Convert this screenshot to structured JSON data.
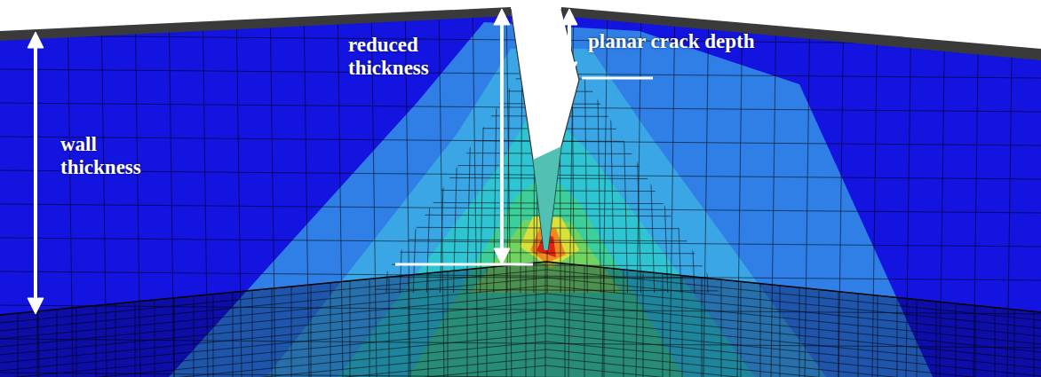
{
  "diagram": {
    "labels": [
      "wall thickness",
      "reduced thickness",
      "planar crack depth"
    ]
  }
}
